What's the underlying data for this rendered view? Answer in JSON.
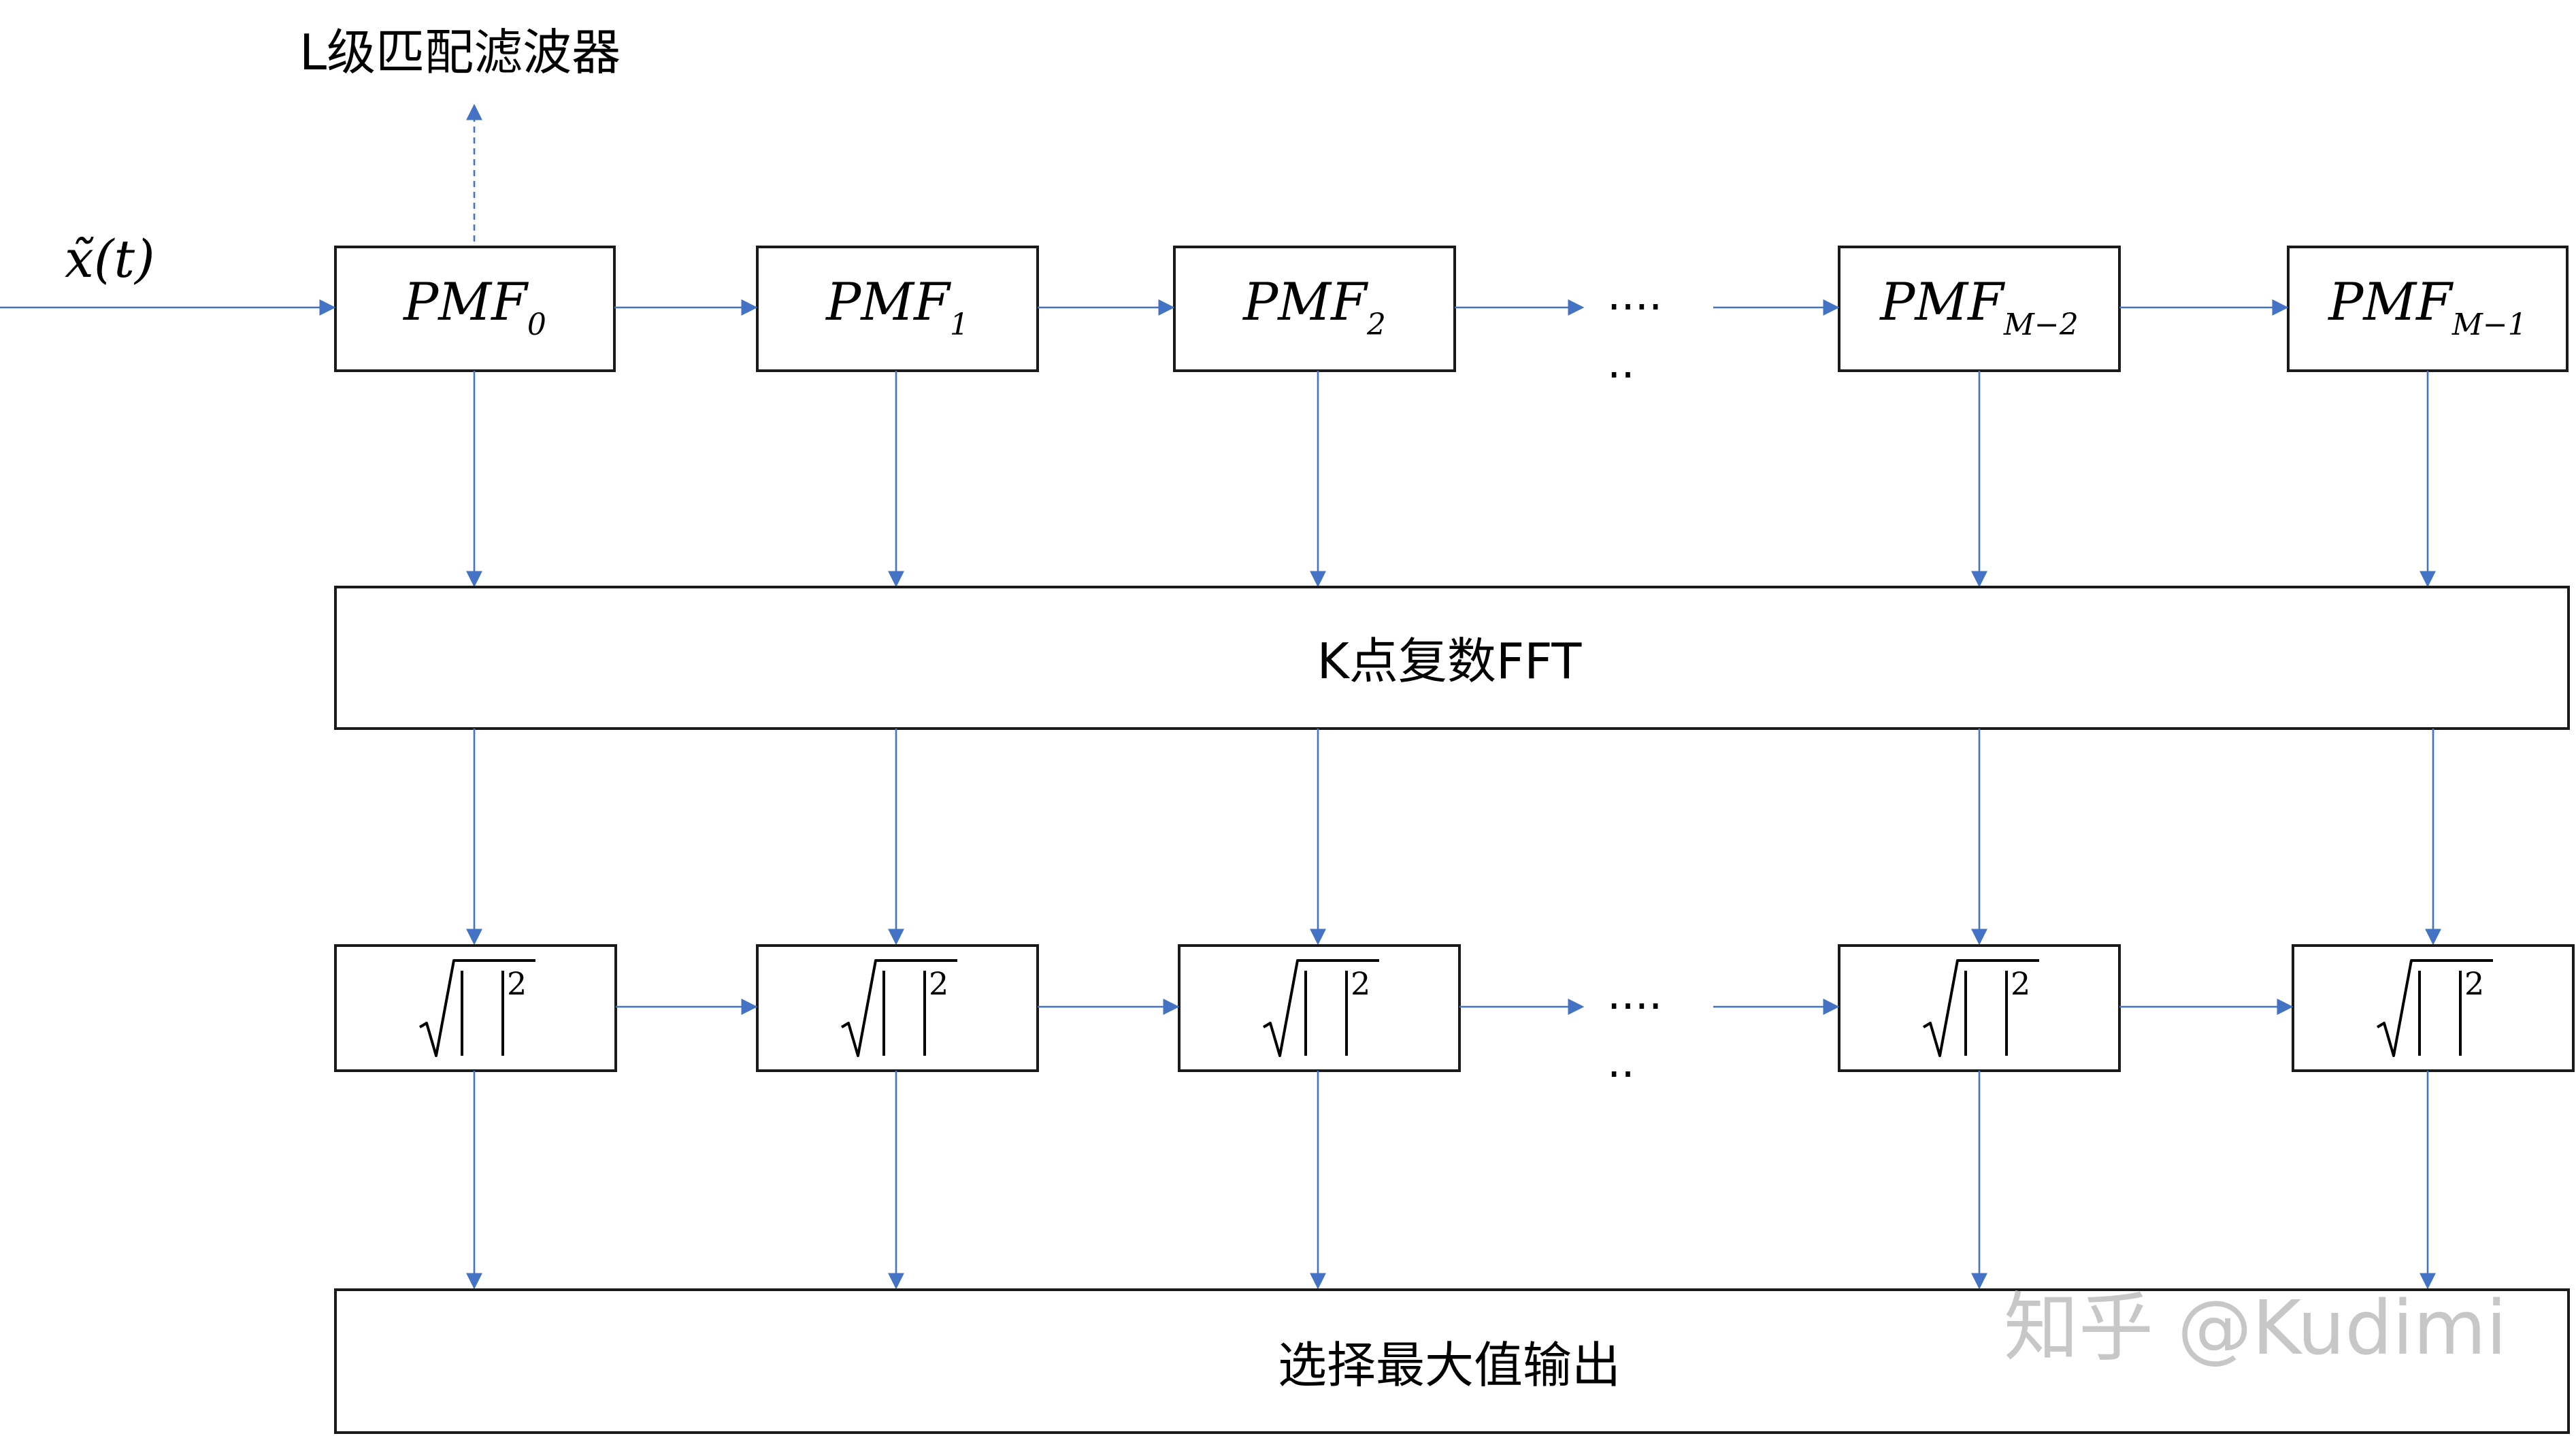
{
  "diagram": {
    "title": "L级匹配滤波器",
    "input_signal": "x̃(t)",
    "pmf_prefix": "PMF",
    "pmf_subscripts": [
      "0",
      "1",
      "2",
      "M−2",
      "M−1"
    ],
    "fft_label": "K点复数FFT",
    "magnitude_superscript": "2",
    "ellipsis_top": "....",
    "ellipsis_bottom": "..",
    "output_label": "选择最大值输出",
    "watermark": "知乎 @Kudimi"
  },
  "colors": {
    "arrow": "#4472c4",
    "box_stroke": "#1a1a1a",
    "watermark": "#c7c7c7"
  }
}
